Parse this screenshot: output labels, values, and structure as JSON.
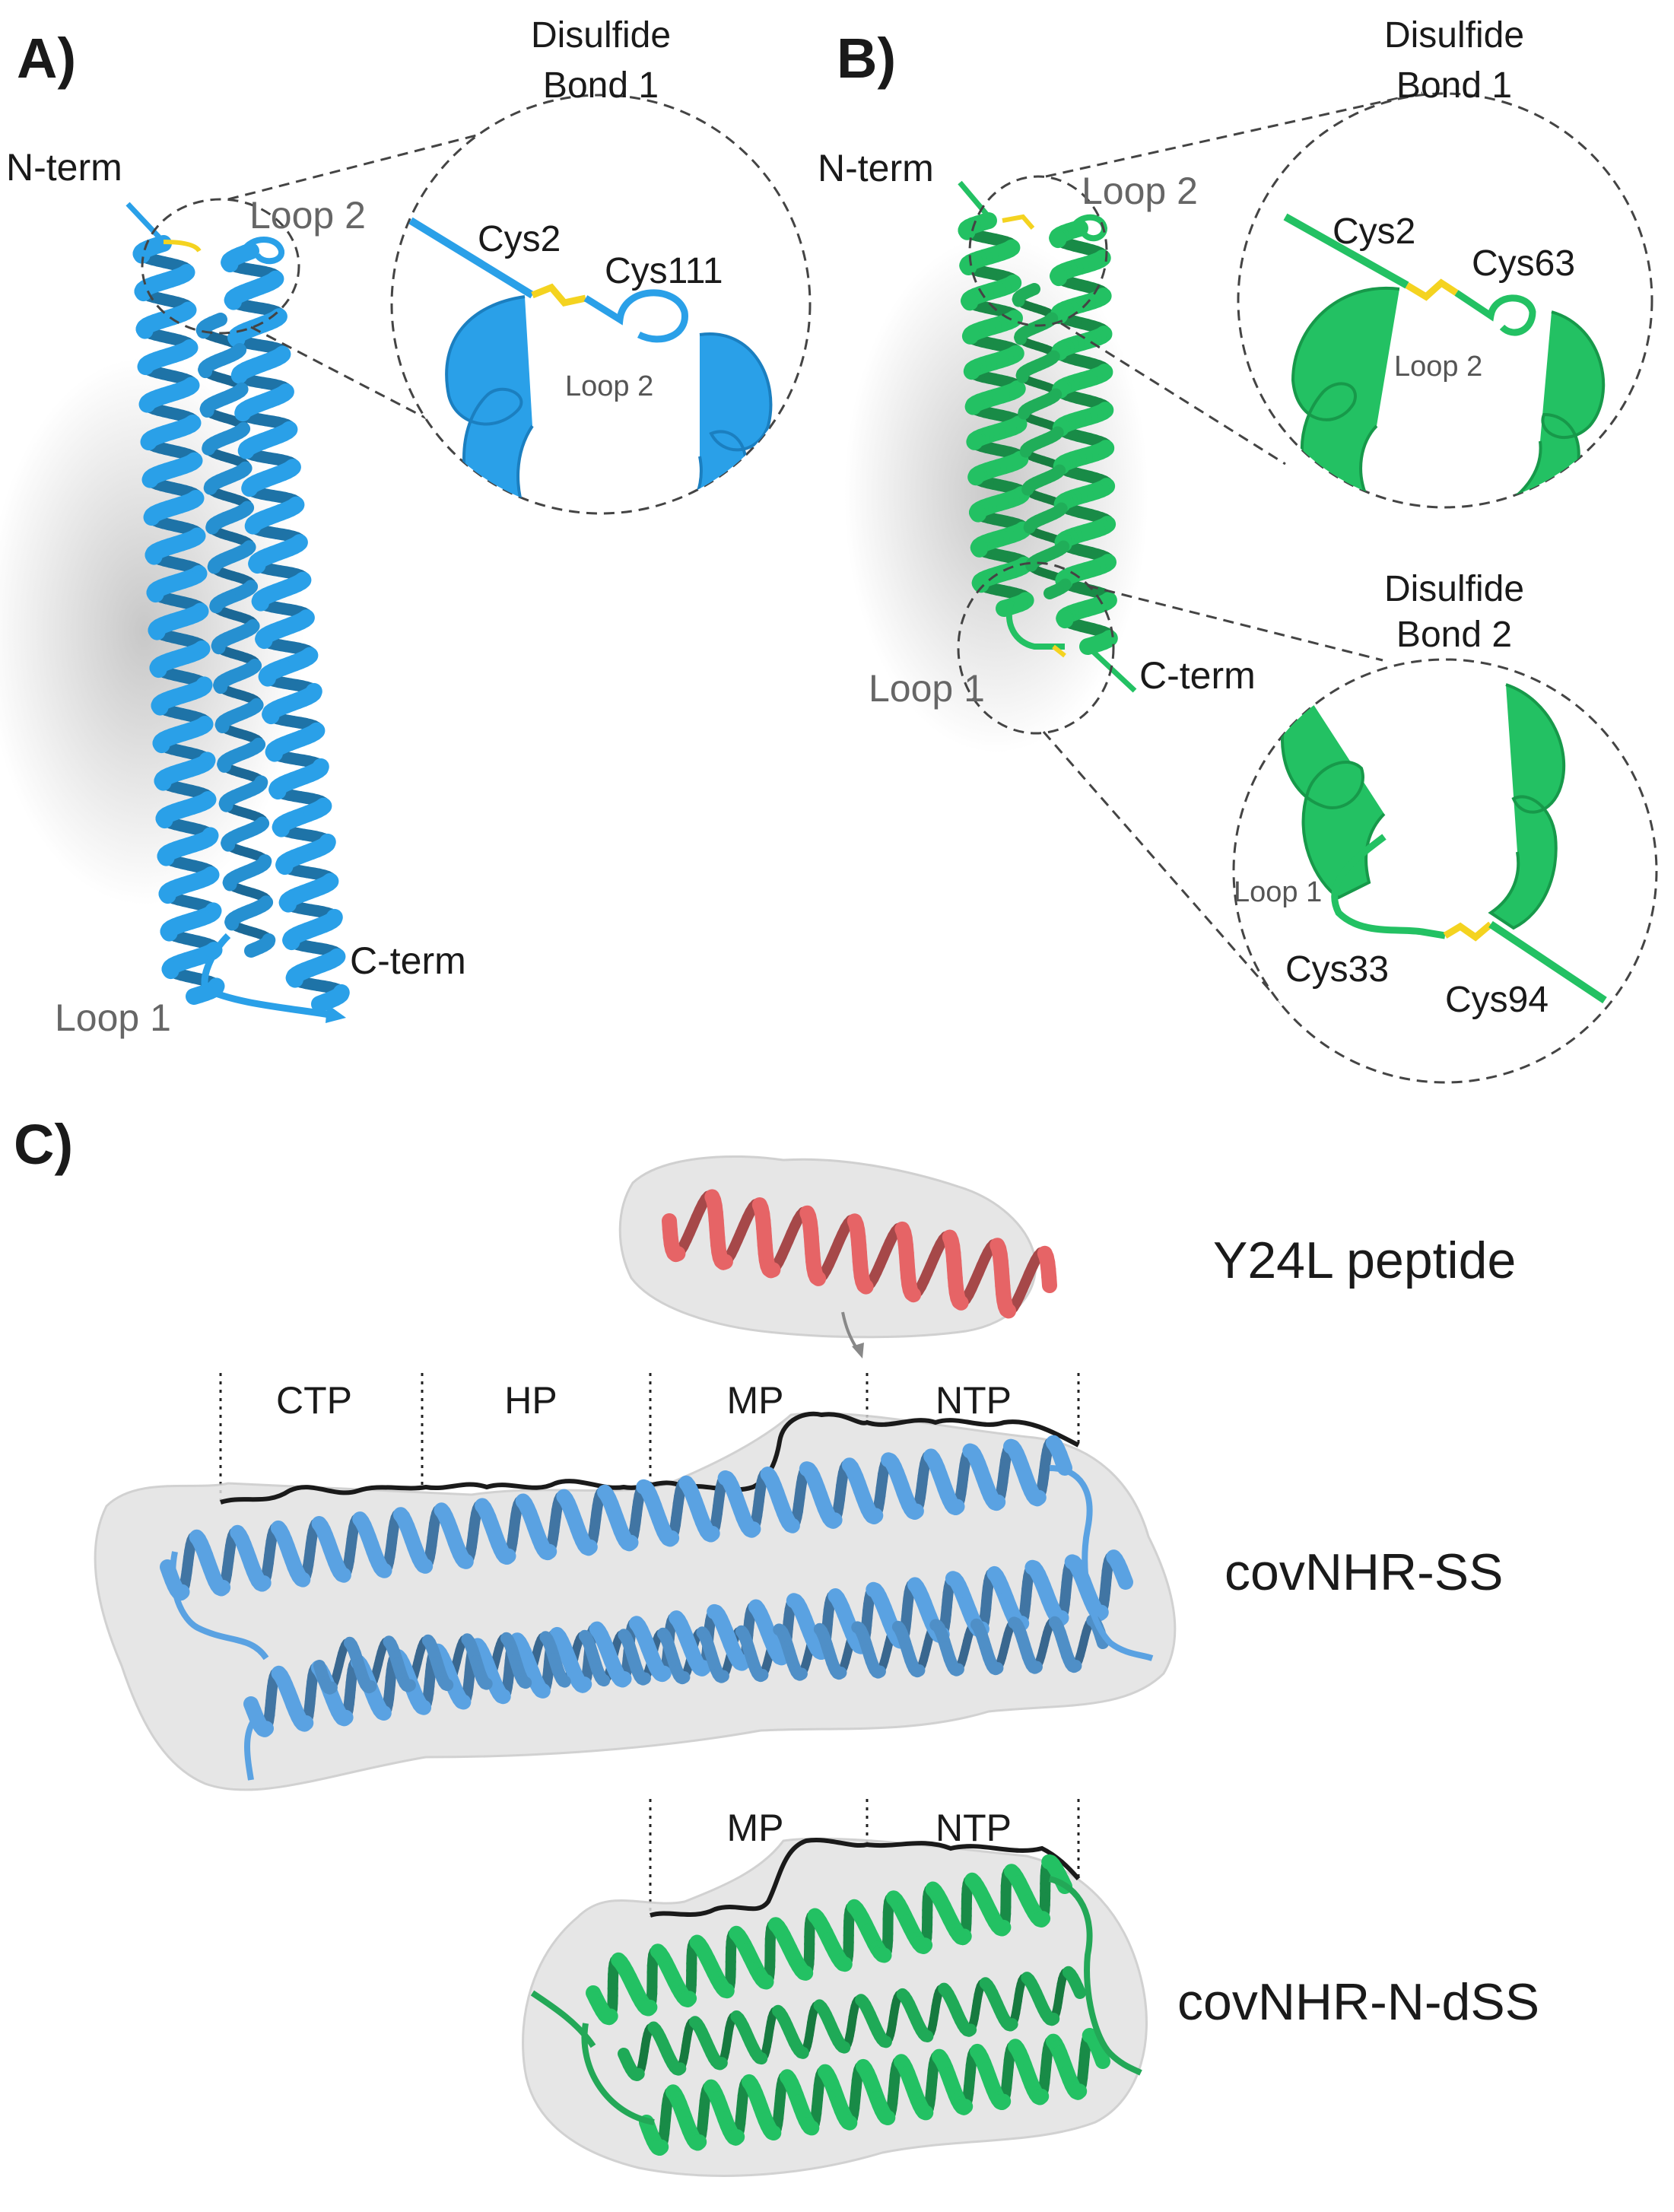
{
  "colors": {
    "covNHR_SS": "#2aa0e8",
    "covNHR_SS_surface_view": "#5aa2e2",
    "covNHR_N_dSS": "#23c163",
    "y24l_peptide": "#e66466",
    "disulfide": "#f4d320",
    "surface": "#e2e2e2",
    "outline": "#1a1a1a"
  },
  "panelA": {
    "label": "A)",
    "n_term": "N-term",
    "c_term": "C-term",
    "loop1": "Loop 1",
    "loop2": "Loop 2",
    "zoom": {
      "title_line1": "Disulfide",
      "title_line2": "Bond 1",
      "cys_a": "Cys2",
      "cys_b": "Cys111",
      "loop": "Loop 2"
    }
  },
  "panelB": {
    "label": "B)",
    "n_term": "N-term",
    "c_term": "C-term",
    "loop1": "Loop 1",
    "loop2": "Loop 2",
    "zoom1": {
      "title_line1": "Disulfide",
      "title_line2": "Bond 1",
      "cys_a": "Cys2",
      "cys_b": "Cys63",
      "loop": "Loop 2"
    },
    "zoom2": {
      "title_line1": "Disulfide",
      "title_line2": "Bond 2",
      "cys_a": "Cys33",
      "cys_b": "Cys94",
      "loop": "Loop 1"
    }
  },
  "panelC": {
    "label": "C)",
    "peptide": "Y24L peptide",
    "protein_ss": "covNHR-SS",
    "protein_ndss": "covNHR-N-dSS",
    "segments_ss": [
      "CTP",
      "HP",
      "MP",
      "NTP"
    ],
    "segments_ndss": [
      "MP",
      "NTP"
    ]
  }
}
